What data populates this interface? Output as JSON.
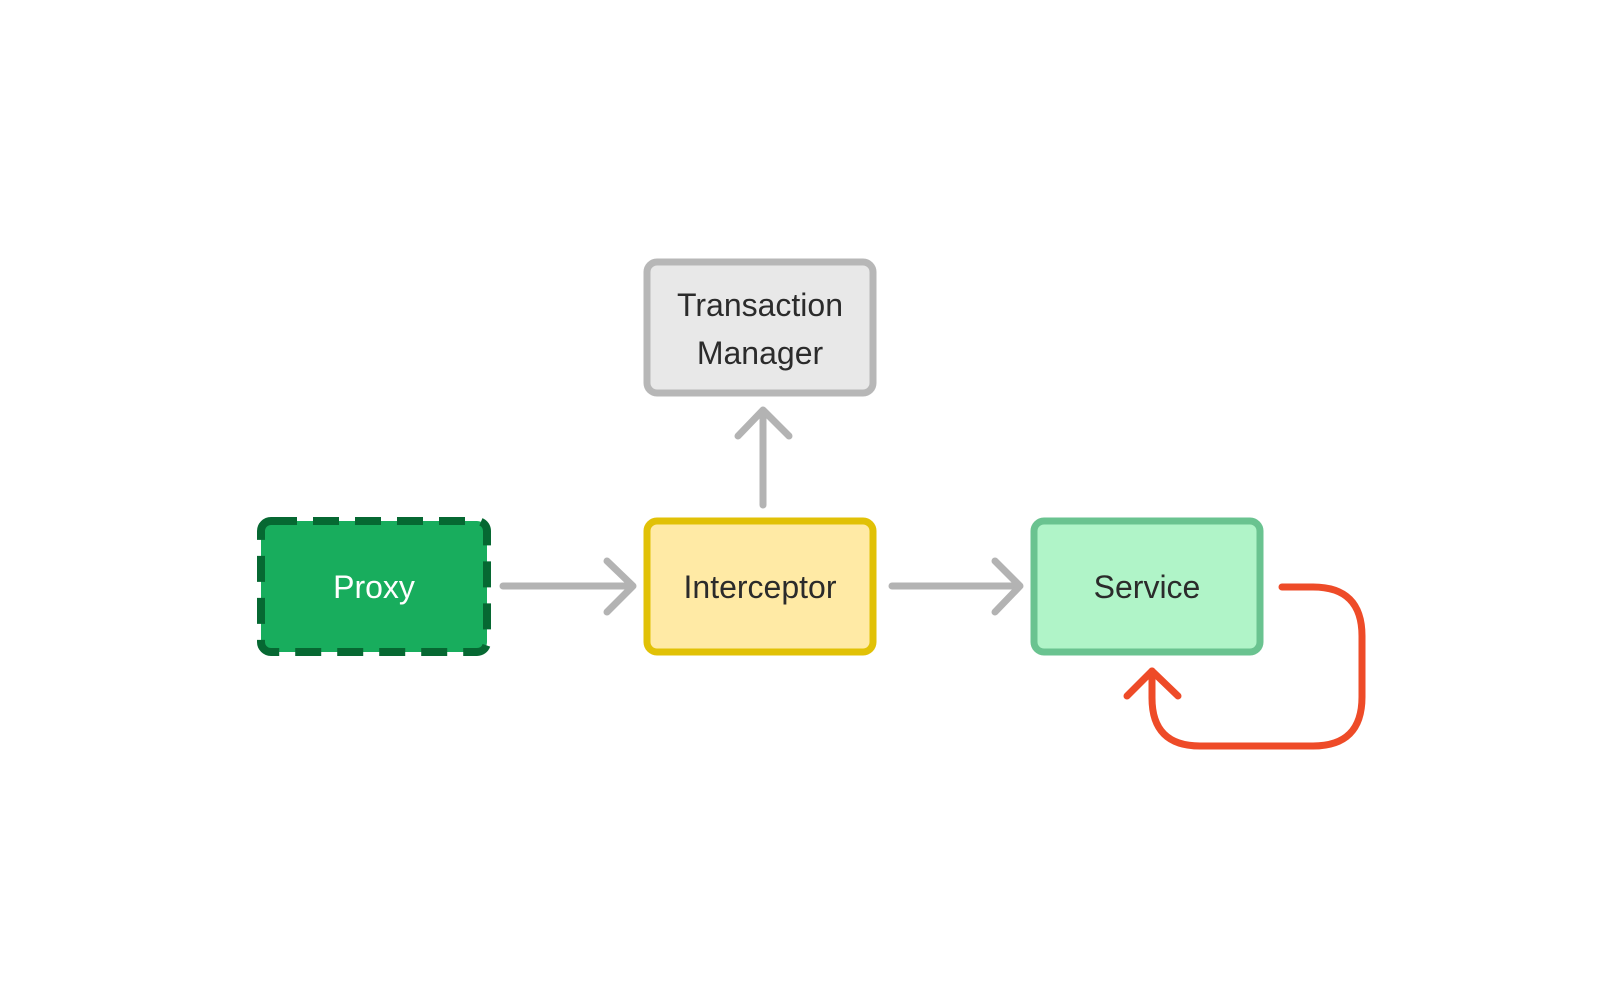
{
  "diagram": {
    "nodes": {
      "proxy": {
        "label": "Proxy",
        "fill": "#18ad5d",
        "stroke": "#066832",
        "text_color": "#ffffff",
        "dashed": true
      },
      "interceptor": {
        "label": "Interceptor",
        "fill": "#ffeaa5",
        "stroke": "#e1c106",
        "text_color": "#2b2b2b",
        "dashed": false
      },
      "transaction_manager": {
        "label_line1": "Transaction",
        "label_line2": "Manager",
        "fill": "#e8e8e8",
        "stroke": "#b7b7b7",
        "text_color": "#2b2b2b",
        "dashed": false
      },
      "service": {
        "label": "Service",
        "fill": "#b0f4c8",
        "stroke": "#6ac390",
        "text_color": "#2b2b2b",
        "dashed": false
      }
    },
    "edges": [
      {
        "from": "proxy",
        "to": "interceptor",
        "color": "#b3b3b3"
      },
      {
        "from": "interceptor",
        "to": "transaction_manager",
        "color": "#b3b3b3"
      },
      {
        "from": "interceptor",
        "to": "service",
        "color": "#b3b3b3"
      },
      {
        "from": "service",
        "to": "service",
        "color": "#ee4b28",
        "self_loop": true
      }
    ]
  }
}
